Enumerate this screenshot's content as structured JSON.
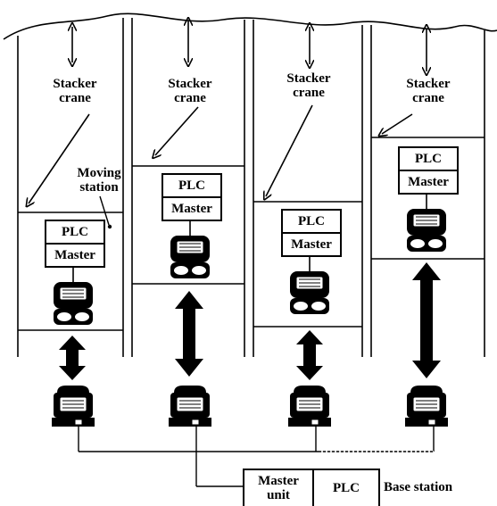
{
  "cranes": [
    {
      "label": "Stacker\ncrane",
      "plc": "PLC",
      "master": "Master"
    },
    {
      "label": "Stacker\ncrane",
      "plc": "PLC",
      "master": "Master"
    },
    {
      "label": "Stacker\ncrane",
      "plc": "PLC",
      "master": "Master"
    },
    {
      "label": "Stacker\ncrane",
      "plc": "PLC",
      "master": "Master"
    }
  ],
  "moving_station_label": "Moving\nstation",
  "base_station": {
    "master_unit": "Master\nunit",
    "plc": "PLC",
    "label": "Base station"
  }
}
